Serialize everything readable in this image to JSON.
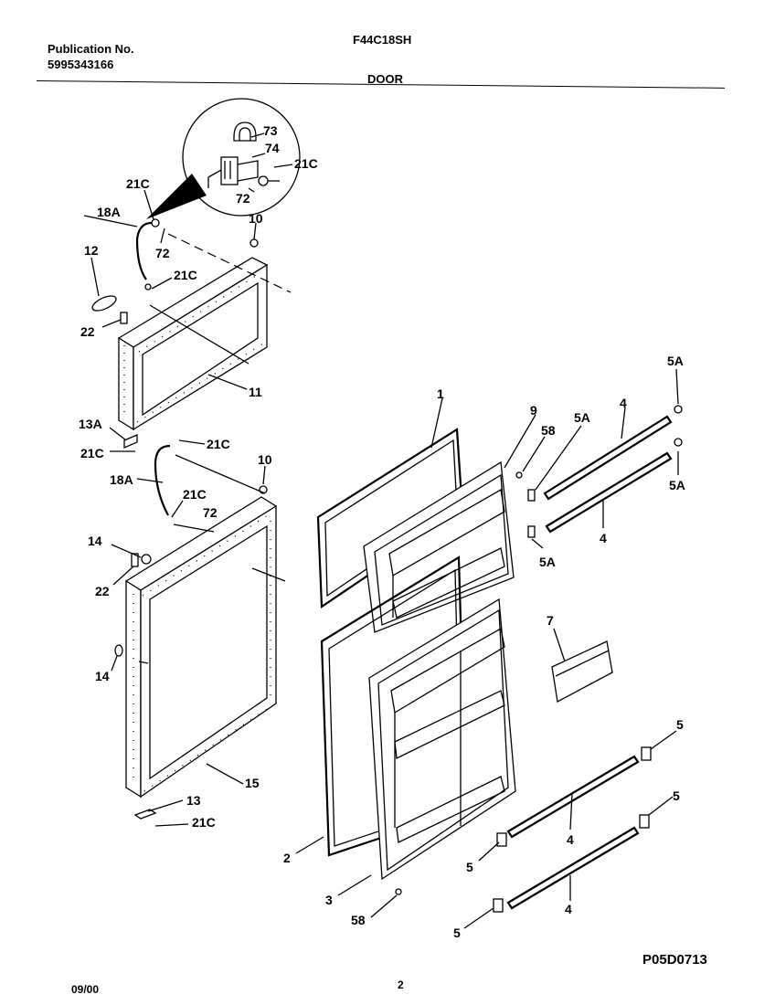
{
  "header": {
    "publication_label": "Publication No.",
    "publication_number": "5995343166",
    "model": "F44C18SH",
    "section": "DOOR"
  },
  "footer": {
    "date": "09/00",
    "page": "2",
    "diagram_code": "P05D0713"
  },
  "callouts": {
    "c1": "1",
    "c2": "2",
    "c3": "3",
    "c4a": "4",
    "c4b": "4",
    "c4c": "4",
    "c4d": "4",
    "c5a": "5",
    "c5b": "5",
    "c5c": "5",
    "c5d": "5",
    "c5A_a": "5A",
    "c5A_b": "5A",
    "c5A_c": "5A",
    "c5A_d": "5A",
    "c7": "7",
    "c9": "9",
    "c10a": "10",
    "c10b": "10",
    "c11": "11",
    "c12": "12",
    "c13": "13",
    "c13A": "13A",
    "c14a": "14",
    "c14b": "14",
    "c15": "15",
    "c18A_a": "18A",
    "c18A_b": "18A",
    "c21C_a": "21C",
    "c21C_b": "21C",
    "c21C_c": "21C",
    "c21C_d": "21C",
    "c21C_e": "21C",
    "c21C_f": "21C",
    "c21C_g": "21C",
    "c22a": "22",
    "c22b": "22",
    "c58a": "58",
    "c58b": "58",
    "c72a": "72",
    "c72b": "72",
    "c72c": "72",
    "c73": "73",
    "c74": "74"
  }
}
